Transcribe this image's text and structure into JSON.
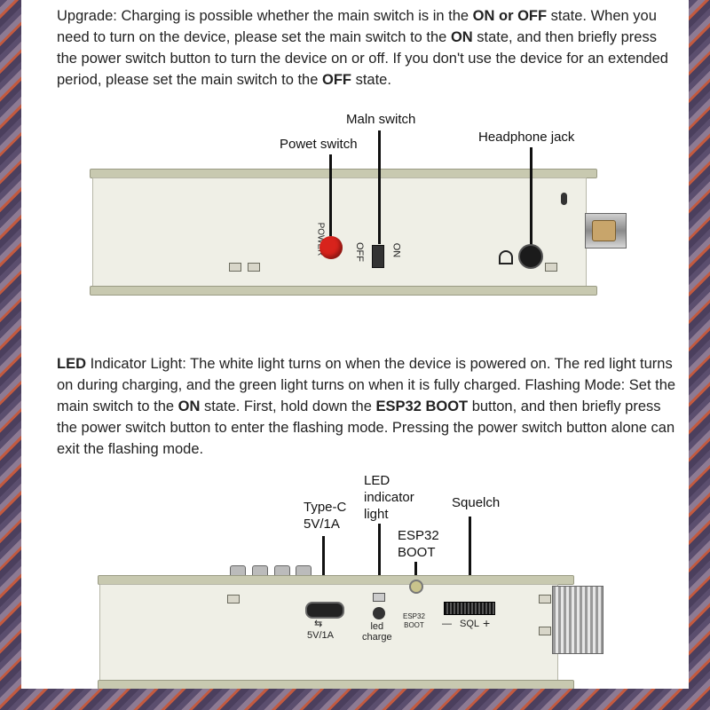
{
  "paragraphs": {
    "p1": [
      {
        "t": "Upgrade: Charging is possible whether the main switch is in the "
      },
      {
        "t": "ON or OFF",
        "b": true
      },
      {
        "t": " state. When you need to turn on the device, please set the main switch to the "
      },
      {
        "t": "ON",
        "b": true
      },
      {
        "t": " state, and then briefly press the power switch button to turn the device on or off. If you don't use the device for an extended period, please set the main switch to the "
      },
      {
        "t": "OFF",
        "b": true
      },
      {
        "t": " state."
      }
    ],
    "p2": [
      {
        "t": "LED",
        "b": true
      },
      {
        "t": " Indicator Light: The white light turns on when the device is powered on. The red light turns on during charging, and the green light turns on when it is fully charged. Flashing Mode: Set the main switch to the "
      },
      {
        "t": "ON",
        "b": true
      },
      {
        "t": " state. First, hold down the "
      },
      {
        "t": "ESP32 BOOT",
        "b": true
      },
      {
        "t": " button, and then briefly press the power switch button to enter the flashing mode. Pressing the power switch button alone can exit the flashing mode."
      }
    ]
  },
  "diagram1": {
    "callouts": {
      "main_switch": "Maln switch",
      "power_switch": "Powet switch",
      "headphone_jack": "Headphone jack"
    },
    "printed": {
      "power": "POWER",
      "on": "ON",
      "off": "OFF"
    }
  },
  "diagram2": {
    "callouts": {
      "type_c": "Type-C\n5V/1A",
      "led_light": "LED\nindicator\nlight",
      "esp32_boot": "ESP32\nBOOT",
      "squelch": "Squelch"
    },
    "printed": {
      "usb_rating": "5V/1A",
      "led_charge": "led\ncharge",
      "esp32_boot_small": "ESP32\nBOOT",
      "sql_minus": "—",
      "sql": "SQL",
      "sql_plus": "+"
    }
  },
  "colors": {
    "power_button": "#d8231c",
    "text": "#222222",
    "plate": "#efefe6",
    "rail": "#c8c9b0"
  }
}
